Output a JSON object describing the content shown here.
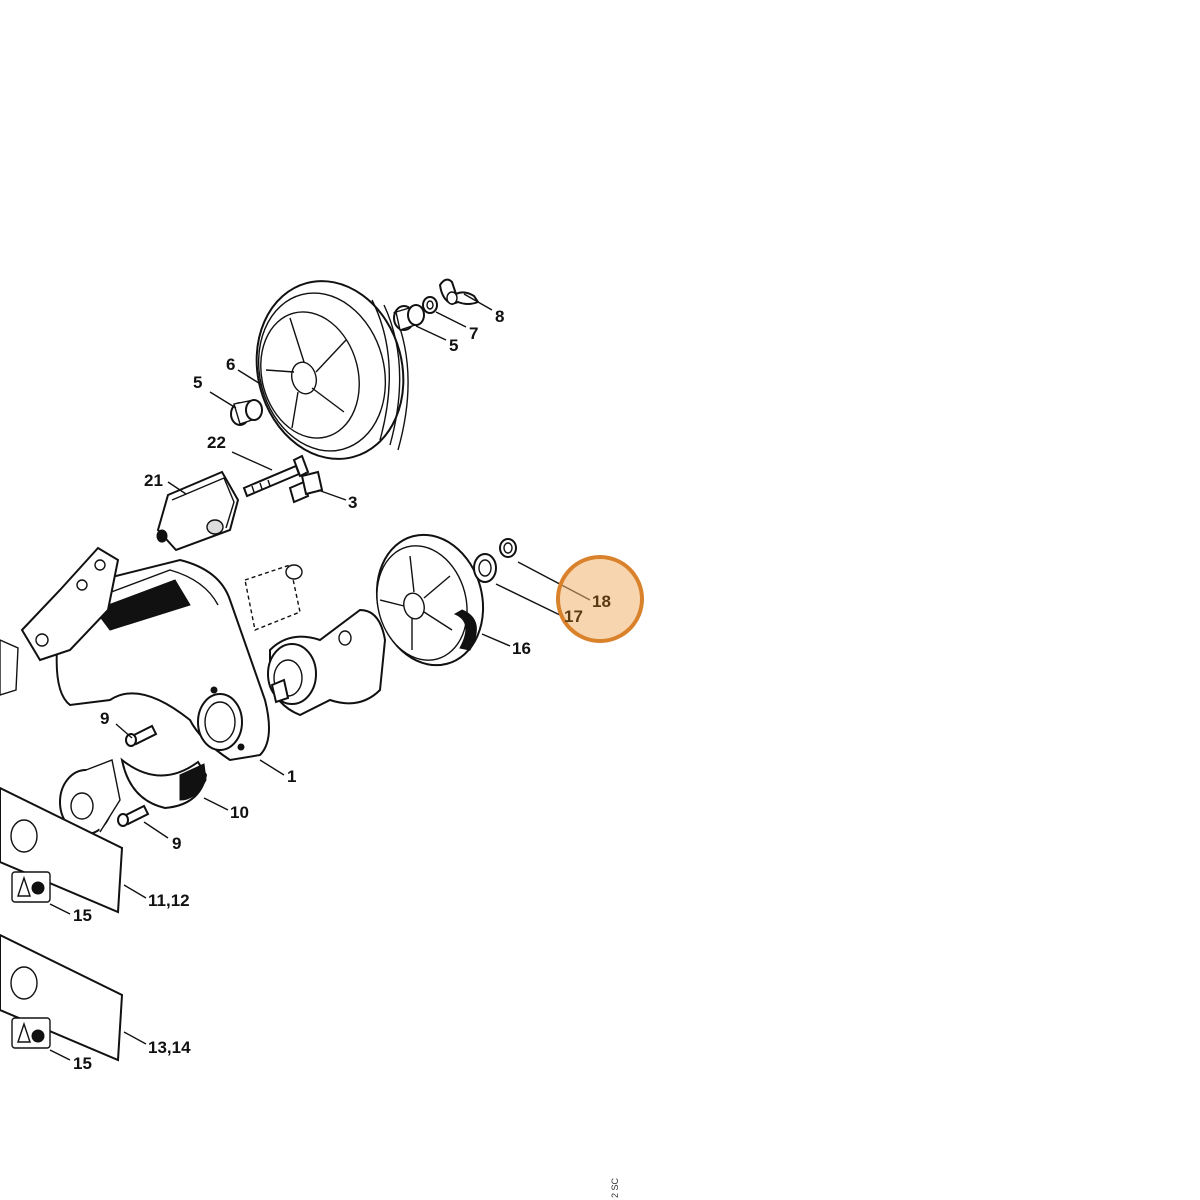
{
  "diagram": {
    "callouts": [
      {
        "id": "c8",
        "text": "8"
      },
      {
        "id": "c7",
        "text": "7"
      },
      {
        "id": "c5a",
        "text": "5"
      },
      {
        "id": "c6",
        "text": "6"
      },
      {
        "id": "c5b",
        "text": "5"
      },
      {
        "id": "c22",
        "text": "22"
      },
      {
        "id": "c21",
        "text": "21"
      },
      {
        "id": "c3",
        "text": "3"
      },
      {
        "id": "c18",
        "text": "18"
      },
      {
        "id": "c17",
        "text": "17"
      },
      {
        "id": "c16",
        "text": "16"
      },
      {
        "id": "c9a",
        "text": "9"
      },
      {
        "id": "c1",
        "text": "1"
      },
      {
        "id": "c10",
        "text": "10"
      },
      {
        "id": "c9b",
        "text": "9"
      },
      {
        "id": "c11_12",
        "text": "11,12"
      },
      {
        "id": "c15a",
        "text": "15"
      },
      {
        "id": "c13_14",
        "text": "13,14"
      },
      {
        "id": "c15b",
        "text": "15"
      }
    ],
    "highlight": {
      "label": "18",
      "color": "#d9822b",
      "fill": "rgba(240,180,110,0.55)"
    },
    "drawing_code": "2 SC"
  }
}
